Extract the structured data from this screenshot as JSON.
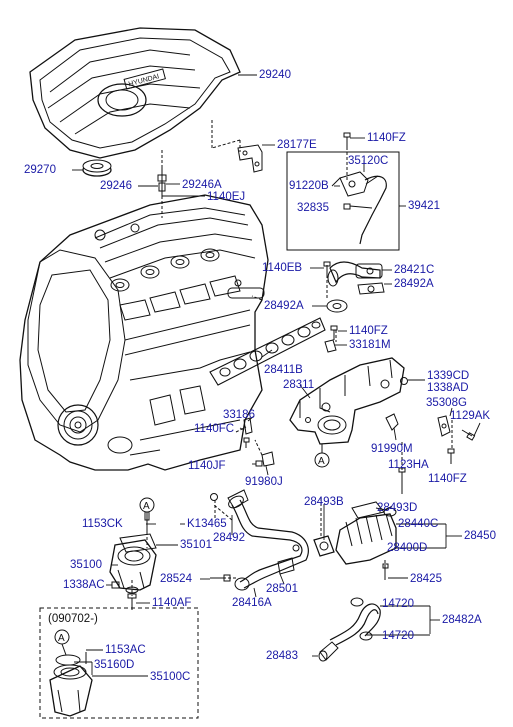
{
  "colors": {
    "label": "#1a1aa6",
    "line": "#111111"
  },
  "inset_title": "(090702-)",
  "callout_letter": "A",
  "labels": {
    "p29240": "29240",
    "p28177E": "28177E",
    "p1140FZ_a": "1140FZ",
    "p35120C": "35120C",
    "p91220B": "91220B",
    "p29270": "29270",
    "p29246": "29246",
    "p29246A": "29246A",
    "p1140EJ": "1140EJ",
    "p32835": "32835",
    "p39421": "39421",
    "p1140EB": "1140EB",
    "p28421C": "28421C",
    "p28492A_a": "28492A",
    "p28492A_b": "28492A",
    "p1140FZ_b": "1140FZ",
    "p33181M": "33181M",
    "p28411B": "28411B",
    "p28311": "28311",
    "p1339CD": "1339CD",
    "p1338AD": "1338AD",
    "p35308G": "35308G",
    "p33186": "33186",
    "p1129AK": "1129AK",
    "p1140FC": "1140FC",
    "p91990M": "91990M",
    "p1140JF": "1140JF",
    "p1123HA": "1123HA",
    "p91980J": "91980J",
    "p1140FZ_c": "1140FZ",
    "p28493B": "28493B",
    "p28493D": "28493D",
    "p1153CK": "1153CK",
    "pK13465": "K13465",
    "p28440C": "28440C",
    "p35101": "35101",
    "p28492": "28492",
    "p28450": "28450",
    "p28400D": "28400D",
    "p35100": "35100",
    "p28524": "28524",
    "p1338AC": "1338AC",
    "p28501": "28501",
    "p28425": "28425",
    "p1140AF": "1140AF",
    "p28416A": "28416A",
    "p14720_a": "14720",
    "p28482A": "28482A",
    "p1153AC": "1153AC",
    "p14720_b": "14720",
    "p35160D": "35160D",
    "p28483": "28483",
    "p35100C": "35100C"
  }
}
